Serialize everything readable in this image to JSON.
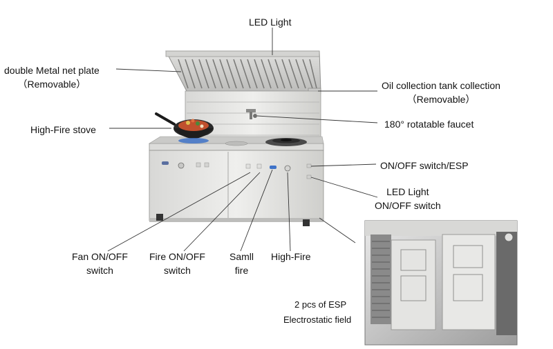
{
  "labels": {
    "led_light_top": "LED Light",
    "metal_net_line1": "double Metal net plate",
    "metal_net_line2": "（Removable）",
    "oil_tank_line1": "Oil collection tank collection",
    "oil_tank_line2": "（Removable）",
    "high_fire_stove": "High-Fire stove",
    "faucet": "180° rotatable faucet",
    "onoff_esp": "ON/OFF switch/ESP",
    "led_switch_line1": "LED Light",
    "led_switch_line2": "ON/OFF switch",
    "fan_switch_line1": "Fan ON/OFF",
    "fan_switch_line2": "switch",
    "fire_switch_line1": "Fire ON/OFF",
    "fire_switch_line2": "switch",
    "small_fire_line1": "Samll",
    "small_fire_line2": "fire",
    "high_fire": "High-Fire",
    "esp_line1": "2 pcs of ESP",
    "esp_line2": "Electrostatic field"
  },
  "colors": {
    "steel_light": "#e6e6e4",
    "steel_mid": "#cfcfcc",
    "steel_dark": "#9a9a98",
    "leader_line": "#333333"
  }
}
